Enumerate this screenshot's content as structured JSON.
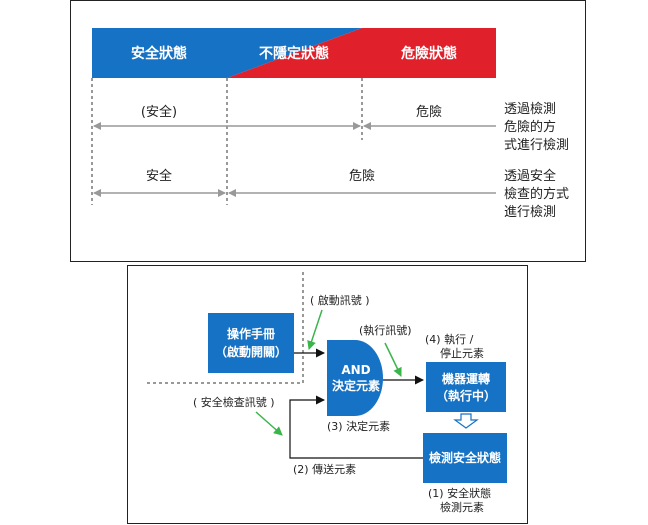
{
  "top": {
    "states": {
      "safe": "安全狀態",
      "uncertain": "不隱定狀態",
      "danger": "危險狀態"
    },
    "row1": {
      "left": "(安全)",
      "right": "危險",
      "desc": [
        "透過檢測",
        "危險的方",
        "式進行檢測"
      ]
    },
    "row2": {
      "left": "安全",
      "right": "危險",
      "desc": [
        "透過安全",
        "檢查的方式",
        "進行檢測"
      ]
    }
  },
  "bottom": {
    "operator": [
      "操作手冊",
      "（啟動開關）"
    ],
    "and_gate": [
      "AND",
      "決定元素"
    ],
    "machine": [
      "機器運轉",
      "（執行中）"
    ],
    "detect": "檢測安全狀態",
    "start_signal": "( 啟動訊號 )",
    "exec_signal": "(執行訊號)",
    "exec_stop": [
      "(4) 執行 /",
      "停止元素"
    ],
    "check_signal": "( 安全檢查訊號 )",
    "decide_label": "(3) 決定元素",
    "transmit_label": "(2) 傳送元素",
    "detect_label": [
      "(1) 安全狀態",
      "檢測元素"
    ]
  },
  "colors": {
    "blue": "#1672c4",
    "red": "#e0202a",
    "green": "#3ab54a",
    "arrow_gray": "#999999"
  }
}
